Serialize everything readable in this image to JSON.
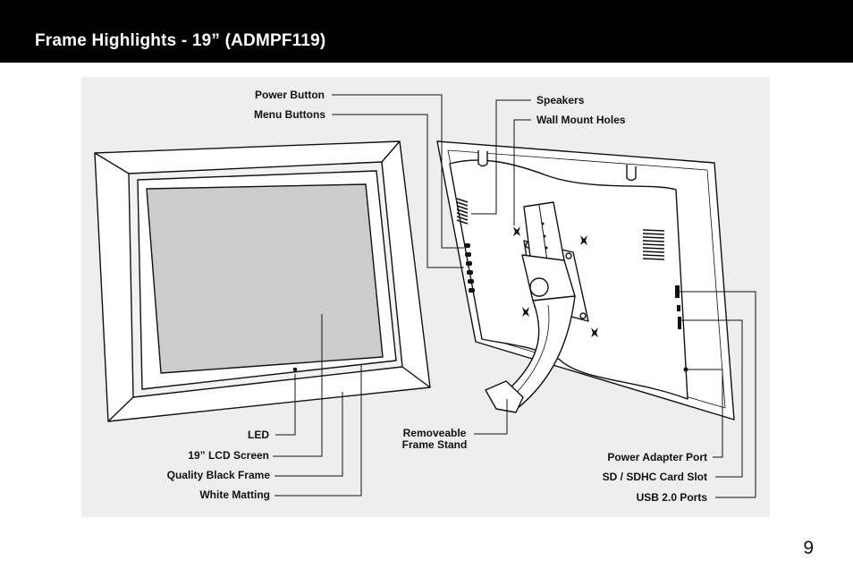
{
  "header": {
    "title": "Frame Highlights - 19” (ADMPF119)"
  },
  "labels": {
    "power_button": "Power Button",
    "menu_buttons": "Menu Buttons",
    "speakers": "Speakers",
    "wall_mount_holes": "Wall Mount Holes",
    "led": "LED",
    "lcd_screen": "19” LCD Screen",
    "black_frame": "Quality Black Frame",
    "white_matting": "White Matting",
    "frame_stand_line1": "Removeable",
    "frame_stand_line2": "Frame Stand",
    "power_adapter_port": "Power Adapter Port",
    "sd_card_slot": "SD / SDHC Card Slot",
    "usb_ports": "USB 2.0 Ports"
  },
  "page": {
    "number": "9"
  }
}
